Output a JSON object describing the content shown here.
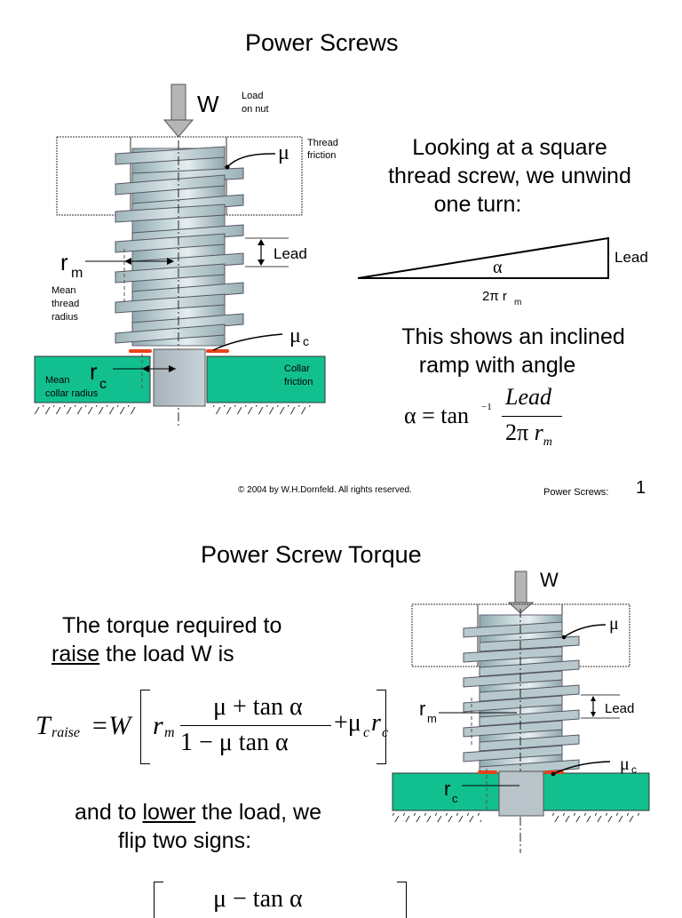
{
  "slide1": {
    "title": "Power Screws",
    "diagram": {
      "load_symbol": "W",
      "load_label_line1": "Load",
      "load_label_line2": "on nut",
      "thread_friction_symbol": "μ",
      "thread_friction_line1": "Thread",
      "thread_friction_line2": "friction",
      "lead_label": "Lead",
      "rm_symbol": "r",
      "rm_sub": "m",
      "mean_thread_line1": "Mean",
      "mean_thread_line2": "thread",
      "mean_thread_line3": "radius",
      "collar_friction_symbol": "μ",
      "collar_friction_sub": "c",
      "rc_symbol": "r",
      "rc_sub": "c",
      "mean_collar_line1": "Mean",
      "mean_collar_line2": "collar radius",
      "collar_friction_line1": "Collar",
      "collar_friction_line2": "friction"
    },
    "intro_line1": "Looking at a square",
    "intro_line2": "thread screw, we unwind",
    "intro_line3": "one turn:",
    "triangle": {
      "angle_label": "α",
      "height_label": "Lead",
      "base_label": "2π r",
      "base_sub": "m"
    },
    "ramp_line1": "This shows an inclined",
    "ramp_line2": "ramp with angle",
    "formula": {
      "lhs": "α = tan",
      "exponent": "−1",
      "numerator": "Lead",
      "denominator_prefix": "2π ",
      "denominator_var": "r",
      "denominator_sub": "m"
    },
    "copyright": "© 2004 by W.H.Dornfeld. All rights reserved.",
    "footer_label": "Power Screws:",
    "page_number": "1"
  },
  "slide2": {
    "title": "Power Screw Torque",
    "diagram": {
      "load_symbol": "W",
      "thread_friction_symbol": "μ",
      "lead_label": "Lead",
      "rm_symbol": "r",
      "rm_sub": "m",
      "collar_friction_symbol": "μ",
      "collar_friction_sub": "c",
      "rc_symbol": "r",
      "rc_sub": "c"
    },
    "raise_line1": "The torque required to",
    "raise_word": "raise",
    "raise_line2_rest": " the load W is",
    "raise_formula": {
      "T": "T",
      "T_sub": "raise",
      "eq": "=W",
      "rm": "r",
      "rm_sub": "m",
      "numerator": "μ + tan α",
      "denominator": "1 − μ tan α",
      "plus": "+μ",
      "mu_sub": "c",
      "rc": "r",
      "rc_sub": "c"
    },
    "lower_prefix": "and to ",
    "lower_word": "lower",
    "lower_line1_rest": " the load, we",
    "lower_line2": "flip two signs:",
    "lower_formula": {
      "numerator": "μ − tan α"
    }
  }
}
